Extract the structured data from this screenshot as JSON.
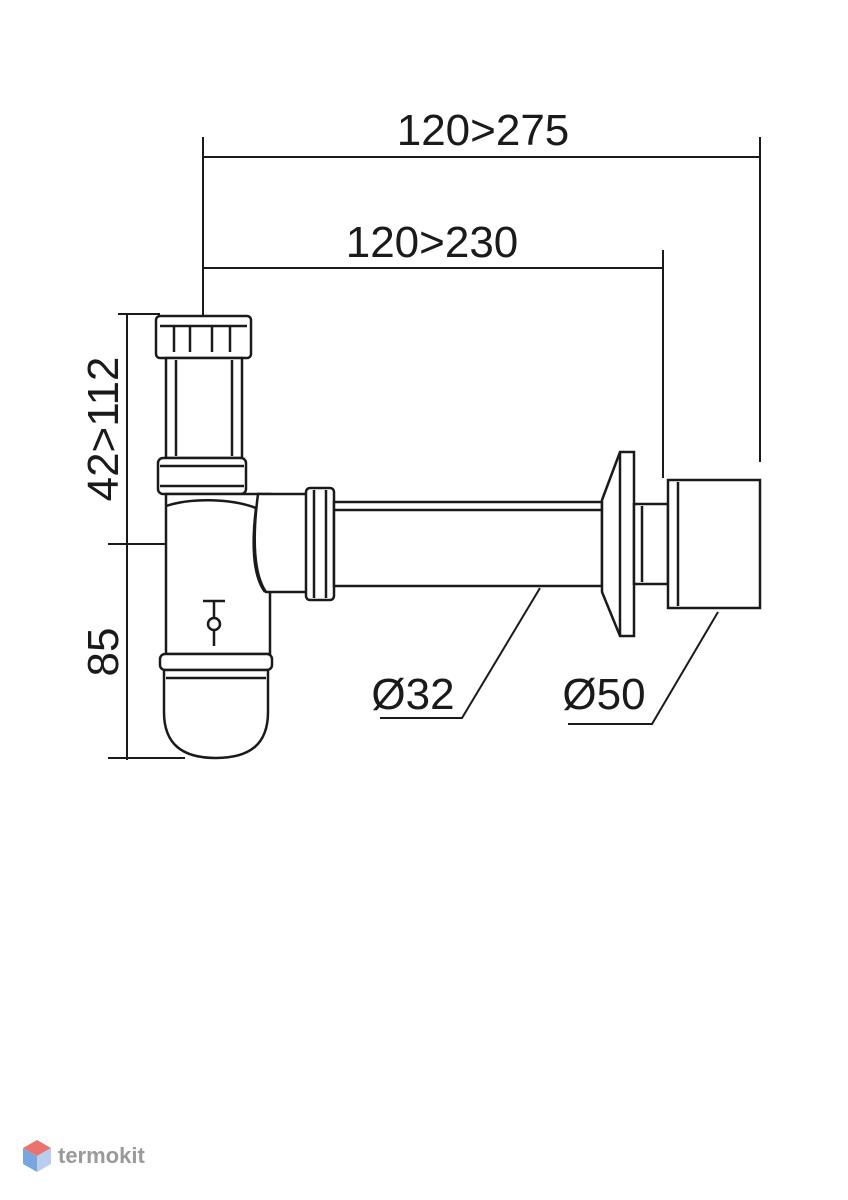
{
  "dimensions": {
    "long_horizontal": "120>275",
    "short_horizontal": "120>230",
    "vertical_upper": "42>112",
    "vertical_lower": "85",
    "pipe_diameter": "Ø32",
    "outlet_diameter": "Ø50"
  },
  "watermark": {
    "text": "termokit",
    "logo": "hexagon-cube-icon",
    "colors": {
      "top": "#e9736e",
      "left": "#7aa6e0",
      "right": "#b9cdee"
    }
  }
}
